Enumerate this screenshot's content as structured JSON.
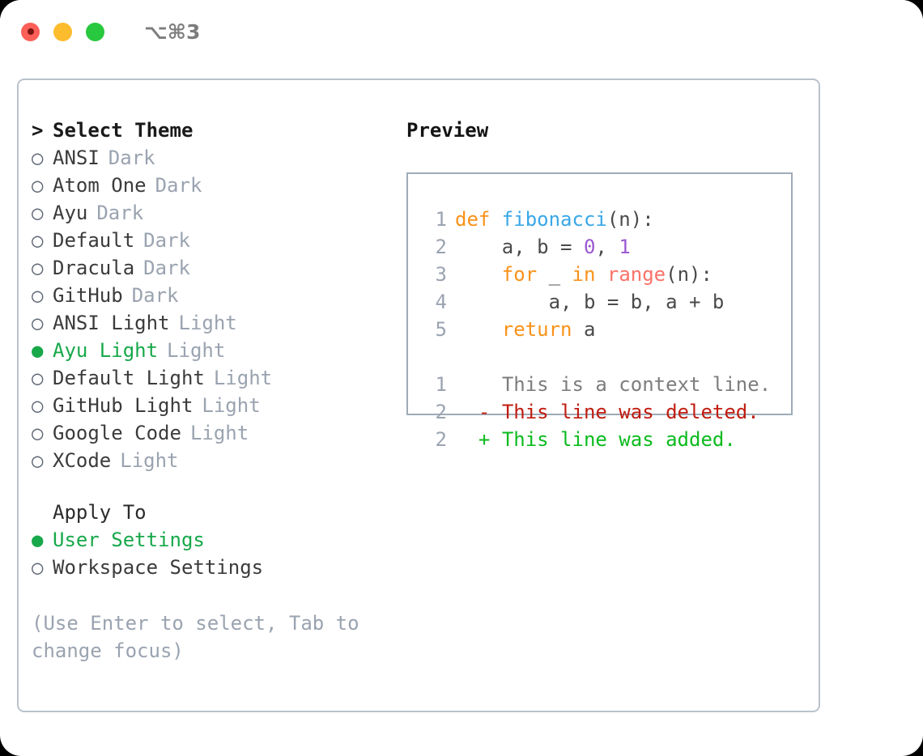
{
  "titlebar": {
    "shortcut": "⌥⌘3",
    "lights": [
      "close",
      "minimize",
      "zoom"
    ]
  },
  "theme_section": {
    "prefix": ">",
    "heading": "Select Theme",
    "focused": true,
    "bullet_selected": "●",
    "bullet_unselected": "○",
    "items": [
      {
        "label": "ANSI",
        "suffix": "Dark",
        "selected": false
      },
      {
        "label": "Atom One",
        "suffix": "Dark",
        "selected": false
      },
      {
        "label": "Ayu",
        "suffix": "Dark",
        "selected": false
      },
      {
        "label": "Default",
        "suffix": "Dark",
        "selected": false
      },
      {
        "label": "Dracula",
        "suffix": "Dark",
        "selected": false
      },
      {
        "label": "GitHub",
        "suffix": "Dark",
        "selected": false
      },
      {
        "label": "ANSI Light",
        "suffix": "Light",
        "selected": false
      },
      {
        "label": "Ayu Light",
        "suffix": "Light",
        "selected": true
      },
      {
        "label": "Default Light",
        "suffix": "Light",
        "selected": false
      },
      {
        "label": "GitHub Light",
        "suffix": "Light",
        "selected": false
      },
      {
        "label": "Google Code",
        "suffix": "Light",
        "selected": false
      },
      {
        "label": "XCode",
        "suffix": "Light",
        "selected": false
      }
    ]
  },
  "apply_section": {
    "heading": "Apply To",
    "focused": false,
    "items": [
      {
        "label": "User Settings",
        "selected": true
      },
      {
        "label": "Workspace Settings",
        "selected": false
      }
    ]
  },
  "hint": "(Use Enter to select, Tab to change focus)",
  "preview": {
    "title": "Preview",
    "code_lines": [
      {
        "number": "1",
        "tokens": [
          {
            "text": "def ",
            "type": "kw"
          },
          {
            "text": "fibonacci",
            "type": "fn"
          },
          {
            "text": "(n):",
            "type": "punct"
          }
        ]
      },
      {
        "number": "2",
        "tokens": [
          {
            "text": "    a, b = ",
            "type": "plain"
          },
          {
            "text": "0",
            "type": "num"
          },
          {
            "text": ", ",
            "type": "plain"
          },
          {
            "text": "1",
            "type": "num"
          }
        ]
      },
      {
        "number": "3",
        "tokens": [
          {
            "text": "    ",
            "type": "plain"
          },
          {
            "text": "for",
            "type": "kw"
          },
          {
            "text": " _ ",
            "type": "plain"
          },
          {
            "text": "in",
            "type": "kw"
          },
          {
            "text": " ",
            "type": "plain"
          },
          {
            "text": "range",
            "type": "builtin"
          },
          {
            "text": "(n):",
            "type": "punct"
          }
        ]
      },
      {
        "number": "4",
        "tokens": [
          {
            "text": "        a, b = b, a + b",
            "type": "plain"
          }
        ]
      },
      {
        "number": "5",
        "tokens": [
          {
            "text": "    ",
            "type": "plain"
          },
          {
            "text": "return",
            "type": "kw"
          },
          {
            "text": " a",
            "type": "plain"
          }
        ]
      }
    ],
    "diff_lines": [
      {
        "number": "1",
        "marker": " ",
        "text": "This is a context line.",
        "type": "ctx"
      },
      {
        "number": "2",
        "marker": "-",
        "text": "This line was deleted.",
        "type": "del"
      },
      {
        "number": "2",
        "marker": "+",
        "text": "This line was added.",
        "type": "add"
      }
    ]
  },
  "colors": {
    "accent_green": "#17a84a",
    "muted_gray": "#9aa3b0",
    "border": "#b9c2cc",
    "preview_border": "#9fabb8",
    "kw_orange": "#f89219",
    "fn_blue": "#39a7e8",
    "builtin_salmon": "#fa7268",
    "num_purple": "#9b59d0",
    "diff_del_red": "#c01c10",
    "diff_add_green": "#0cbb1e"
  }
}
